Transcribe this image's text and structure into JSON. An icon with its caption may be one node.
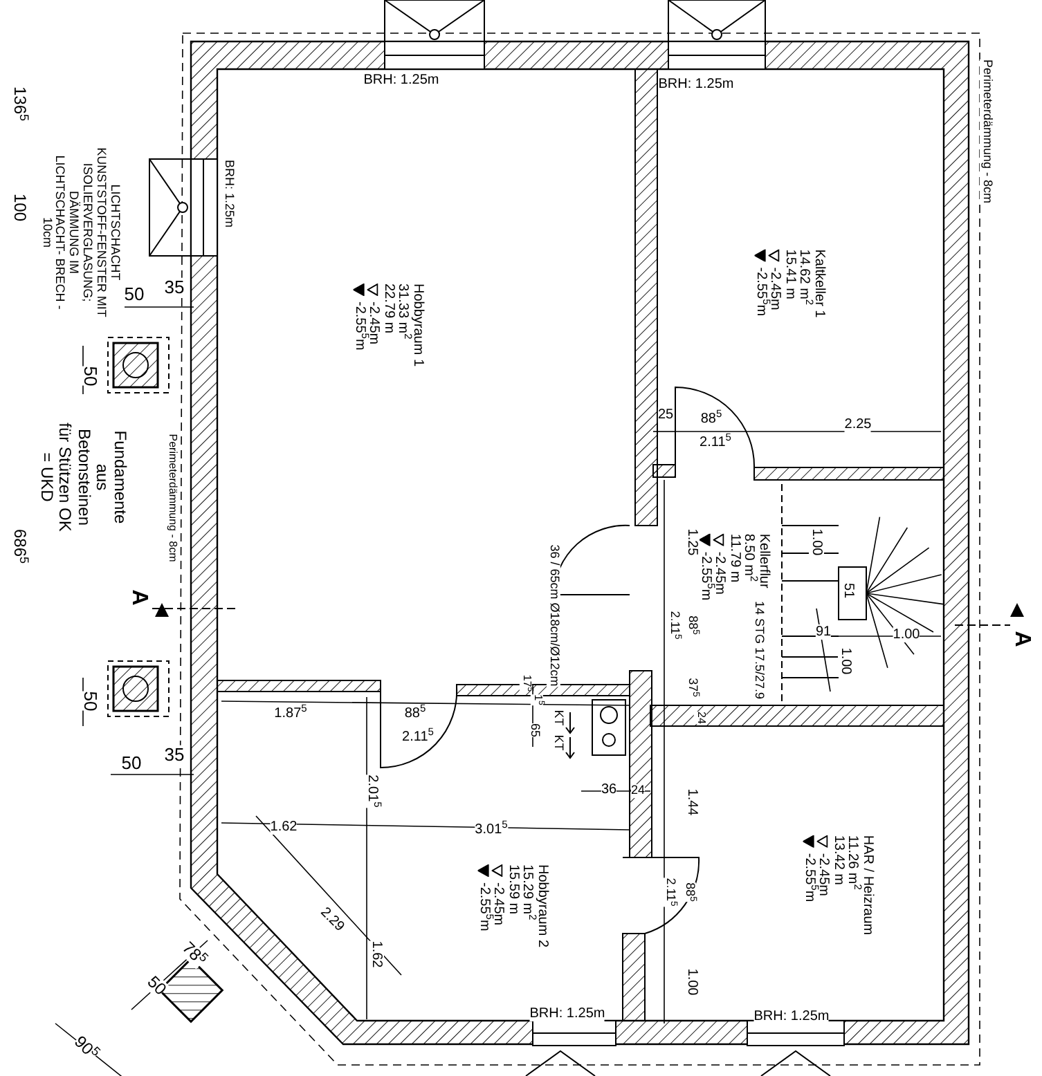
{
  "diagram": {
    "nodes": [
      {
        "text": [
          "Hobbyraum 1",
          "31.33 m$^{2}$",
          "22.79 m",
          "-2.45m",
          "-2.55$^{5}$m"
        ]
      },
      {
        "text": [
          "Kaltkeller 1",
          "14.62 m$^{2}$",
          "15.41 m",
          "-2.45m",
          "-2.55$^{5}$m"
        ]
      },
      {
        "text": [
          "Kellerflur",
          "8.50 m$^{2}$",
          "11.79 m",
          "-2.45m",
          "-2.55$^{5}$m"
        ]
      },
      {
        "text": [
          "HAR / Heizraum",
          "11.26 m$^{2}$",
          "13.42 m",
          "-2.45m",
          "-2.55$^{5}$m"
        ]
      },
      {
        "text": [
          "Hobbyraum 2",
          "15.29 m$^{2}$",
          "15.59 m",
          "-2.45m",
          "-2.55$^{5}$m"
        ]
      }
    ],
    "edges": [],
    "labels": [
      "136$^{5}$",
      "100",
      "BRH: 1.25m",
      "BRH: 1.25m",
      "Perimeterdämmung - 8cm",
      "LICHTSCHACHT KUNSTSTOFF-FENSTER MIT ISOLIERVERGLASUNG; DÄMMUNG IM LICHTSCHACHT- BRECH - 10cm",
      "BRH: 1.25m",
      "50",
      "35",
      "50",
      "Fundamente aus Betonsteinen für Stützen OK = UKD",
      "Perimeterdämmung - 8cm",
      "686$^{5}$",
      "A",
      "A",
      "25",
      "88$^{5}$",
      "2.11$^{5}$",
      "2.25",
      "1.25",
      "36 / 65cm Ø18cm/Ø12cm",
      "2.11$^{5}$",
      "88$^{5}$",
      "14 STG 17.5/27.9",
      "1.00",
      "51",
      "91",
      "1.00",
      "1.00",
      "17$^{5}$",
      "1$^{5}$",
      "65",
      "KT",
      "KT",
      "37$^{5}$",
      "24",
      "50",
      "1.87$^{5}$",
      "88$^{5}$",
      "2.11$^{5}$",
      "50",
      "35",
      "2.01$^{5}$",
      "36",
      "24",
      "1.44",
      "1.62",
      "3.01$^{5}$",
      "2.29",
      "1.62",
      "2.11$^{5}$",
      "88$^{5}$",
      "78$^{5}$",
      "50",
      "1.00",
      "BRH: 1.25m",
      "BRH: 1.25m",
      "90$^{5}$"
    ]
  }
}
